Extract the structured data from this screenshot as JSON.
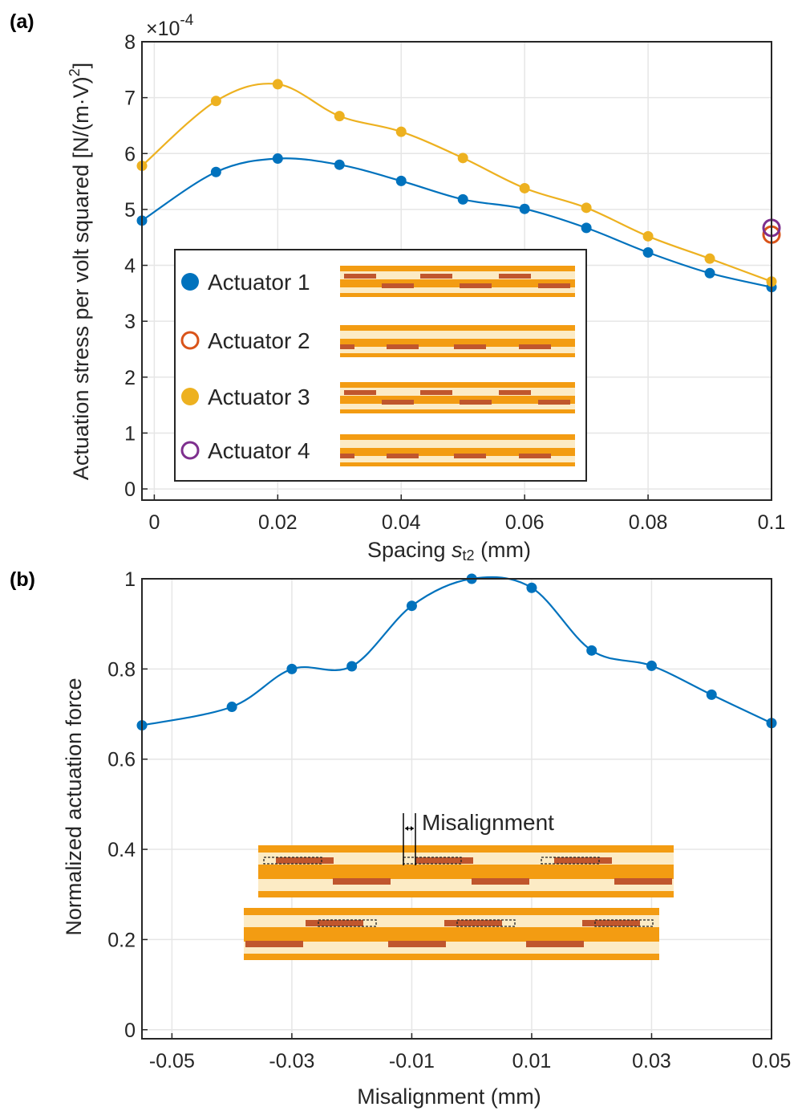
{
  "colors": {
    "actuator1": "#0072BD",
    "actuator2": "#D95319",
    "actuator3": "#EDB120",
    "actuator4": "#7E2F8E",
    "layer_orange": "#F39C12",
    "layer_cream": "#FCEBC5",
    "electrode": "#C0562D",
    "axis": "#262626",
    "grid": "#E6E6E6"
  },
  "chart_data": [
    {
      "panel_label": "(a)",
      "type": "line",
      "xlabel_prefix": "Spacing ",
      "xlabel_var": "s",
      "xlabel_sub": "t2",
      "xlabel_suffix": " (mm)",
      "ylabel": "Actuation stress per volt squared [N/(m·V)",
      "ylabel_sup": "2",
      "ylabel_close": "]",
      "exponent_base": "×10",
      "exponent_power": "-4",
      "xlim": [
        -0.002,
        0.1
      ],
      "ylim": [
        -0.2,
        8
      ],
      "xticks": [
        0,
        0.02,
        0.04,
        0.06,
        0.08,
        0.1
      ],
      "xtick_labels": [
        "0",
        "0.02",
        "0.04",
        "0.06",
        "0.08",
        "0.1"
      ],
      "yticks": [
        0,
        1,
        2,
        3,
        4,
        5,
        6,
        7,
        8
      ],
      "ytick_labels": [
        "0",
        "1",
        "2",
        "3",
        "4",
        "5",
        "6",
        "7",
        "8"
      ],
      "grid": true,
      "series": [
        {
          "name": "Actuator 1",
          "marker": "filled",
          "x": [
            -0.002,
            0.01,
            0.02,
            0.03,
            0.04,
            0.05,
            0.06,
            0.07,
            0.08,
            0.09,
            0.1
          ],
          "y": [
            4.8,
            5.67,
            5.91,
            5.8,
            5.51,
            5.18,
            5.01,
            4.67,
            4.23,
            3.86,
            3.61
          ]
        },
        {
          "name": "Actuator 2",
          "marker": "open",
          "x": [
            0.1
          ],
          "y": [
            4.55
          ]
        },
        {
          "name": "Actuator 3",
          "marker": "filled",
          "x": [
            -0.002,
            0.01,
            0.02,
            0.03,
            0.04,
            0.05,
            0.06,
            0.07,
            0.08,
            0.09,
            0.1
          ],
          "y": [
            5.78,
            6.94,
            7.24,
            6.67,
            6.39,
            5.92,
            5.38,
            5.03,
            4.52,
            4.12,
            3.71
          ]
        },
        {
          "name": "Actuator 4",
          "marker": "open",
          "x": [
            0.1
          ],
          "y": [
            4.67
          ]
        }
      ],
      "legend": [
        "Actuator 1",
        "Actuator 2",
        "Actuator 3",
        "Actuator 4"
      ],
      "legend_placement": "lower-left inside plot"
    },
    {
      "panel_label": "(b)",
      "type": "line",
      "xlabel": "Misalignment (mm)",
      "ylabel": "Normalized actuation force",
      "xlim": [
        -0.055,
        0.05
      ],
      "ylim": [
        -0.02,
        1
      ],
      "xticks": [
        -0.05,
        -0.03,
        -0.01,
        0.01,
        0.03,
        0.05
      ],
      "xtick_labels": [
        "-0.05",
        "-0.03",
        "-0.01",
        "0.01",
        "0.03",
        "0.05"
      ],
      "yticks": [
        0,
        0.2,
        0.4,
        0.6,
        0.8,
        1
      ],
      "ytick_labels": [
        "0",
        "0.2",
        "0.4",
        "0.6",
        "0.8",
        "1"
      ],
      "grid": true,
      "series": [
        {
          "marker": "filled",
          "x": [
            -0.055,
            -0.04,
            -0.03,
            -0.02,
            -0.01,
            0,
            0.01,
            0.02,
            0.03,
            0.04,
            0.05
          ],
          "y": [
            0.675,
            0.716,
            0.8,
            0.806,
            0.94,
            1.0,
            0.98,
            0.841,
            0.807,
            0.743,
            0.68
          ]
        }
      ],
      "annotation": "Misalignment"
    }
  ]
}
